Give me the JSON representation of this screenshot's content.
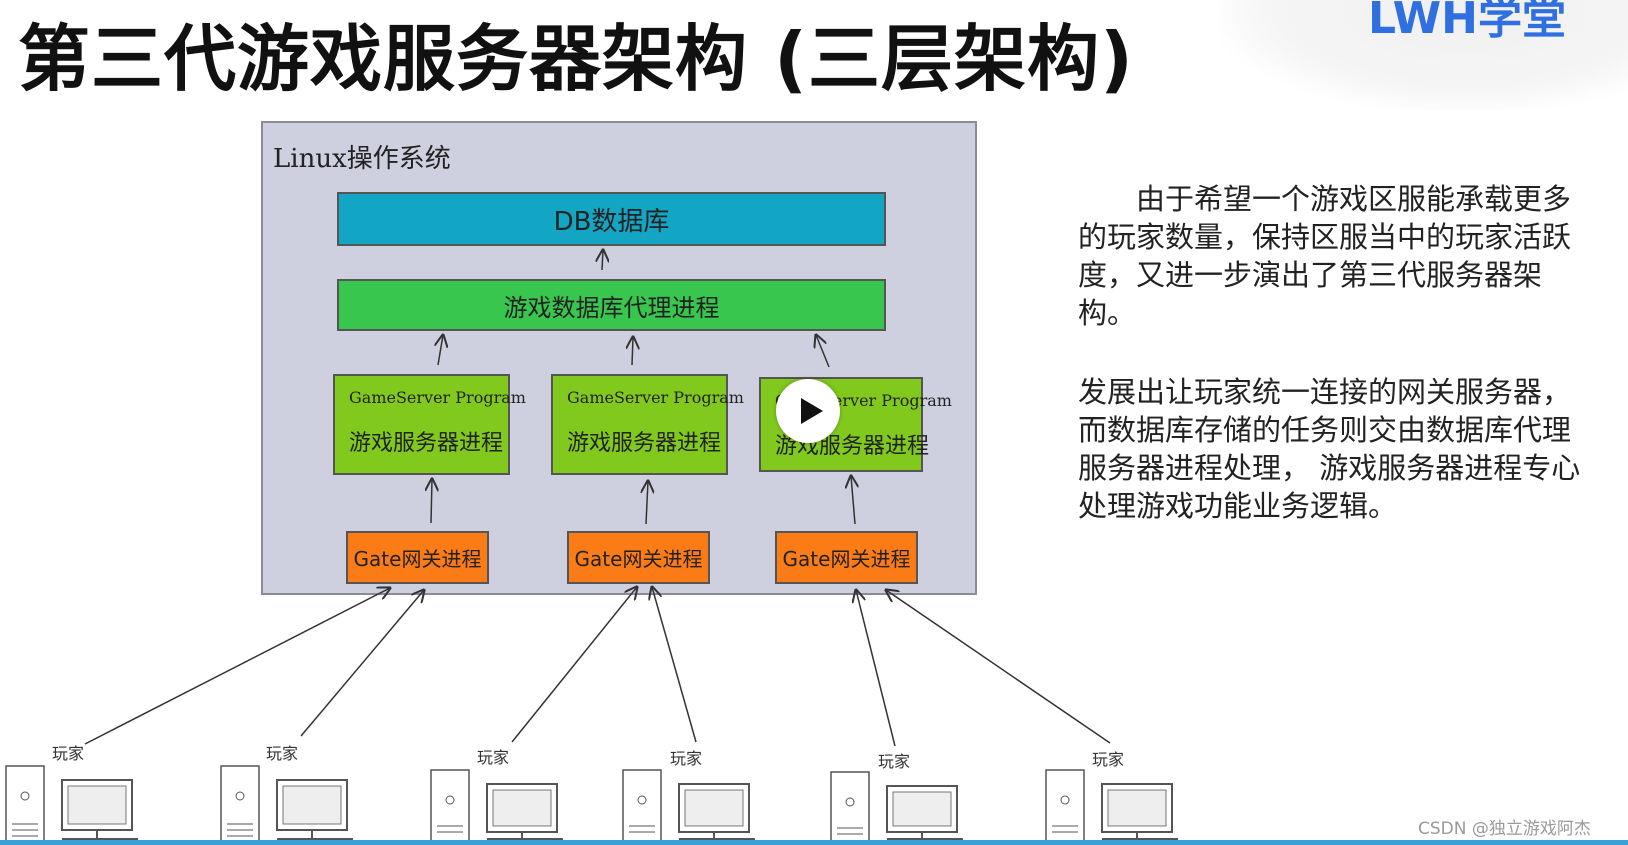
{
  "slide": {
    "title": "第三代游戏服务器架构 (三层架构)",
    "logo_text": "LWH学堂",
    "watermark": "CSDN @独立游戏阿杰"
  },
  "diagram": {
    "os_label": "Linux操作系统",
    "db_label": "DB数据库",
    "proxy_label": "游戏数据库代理进程",
    "game_servers": [
      {
        "program": "GameServer Program",
        "label": "游戏服务器进程"
      },
      {
        "program": "GameServer Program",
        "label": "游戏服务器进程"
      },
      {
        "program": "GameServer Program",
        "label": "游戏服务器进程"
      }
    ],
    "gates": [
      {
        "label": "Gate网关进程"
      },
      {
        "label": "Gate网关进程"
      },
      {
        "label": "Gate网关进程"
      }
    ],
    "players": [
      {
        "label": "玩家"
      },
      {
        "label": "玩家"
      },
      {
        "label": "玩家"
      },
      {
        "label": "玩家"
      },
      {
        "label": "玩家"
      },
      {
        "label": "玩家"
      }
    ]
  },
  "text": {
    "paragraph1": "由于希望一个游戏区服能承载更多的玩家数量，保持区服当中的玩家活跃度，又进一步演出了第三代服务器架构。",
    "paragraph2": "发展出让玩家统一连接的网关服务器，而数据库存储的任务则交由数据库代理服务器进程处理， 游戏服务器进程专心处理游戏功能业务逻辑。"
  },
  "colors": {
    "os_bg": "#cfd0df",
    "db": "#13a6c4",
    "proxy": "#38c64f",
    "game_server": "#82c91e",
    "gate": "#fb7b17"
  },
  "icons": {
    "video_play": "play-icon",
    "player_computer": "computer-icon"
  }
}
